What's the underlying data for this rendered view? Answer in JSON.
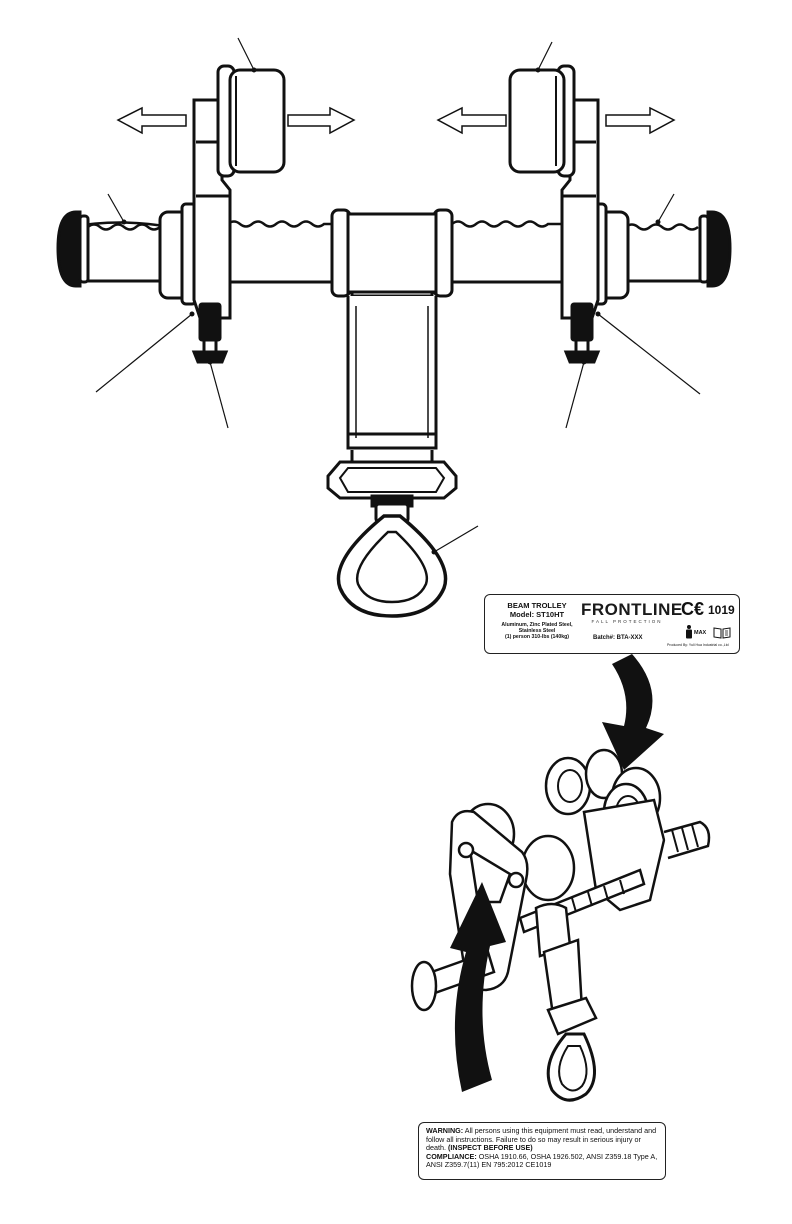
{
  "nameplate": {
    "title": "BEAM TROLLEY",
    "model": "Model: ST10HT",
    "material": "Aluminum, Zinc Plated Steel, Stainless Steel",
    "capacity": "(1) person 310-lbs (140kg)",
    "brand": "FRONTLINE",
    "brand_sub": "FALL PROTECTION",
    "batch": "Batch#: BTA-XXX",
    "ce_mark": "C€",
    "ce_number": "1019",
    "max_label": "MAX",
    "producer": "Produced By: Yuli Hua Industrial co.,Ltd"
  },
  "warning": {
    "warning_head": "WARNING:",
    "warning_text": "All persons using this equipment must read, understand and follow all instructions. Failure to do so may result in serious injury or death.",
    "inspect": "(INSPECT BEFORE USE)",
    "compliance_head": "COMPLIANCE:",
    "compliance_text": "OSHA 1910.66, OSHA 1926.502, ANSI Z359.18 Type A, ANSI Z359.7(11) EN 795:2012 CE1019"
  },
  "icons": [
    "left-arrow-icon",
    "right-arrow-icon",
    "person-icon",
    "manual-book-icon",
    "curved-arrow-icon"
  ]
}
